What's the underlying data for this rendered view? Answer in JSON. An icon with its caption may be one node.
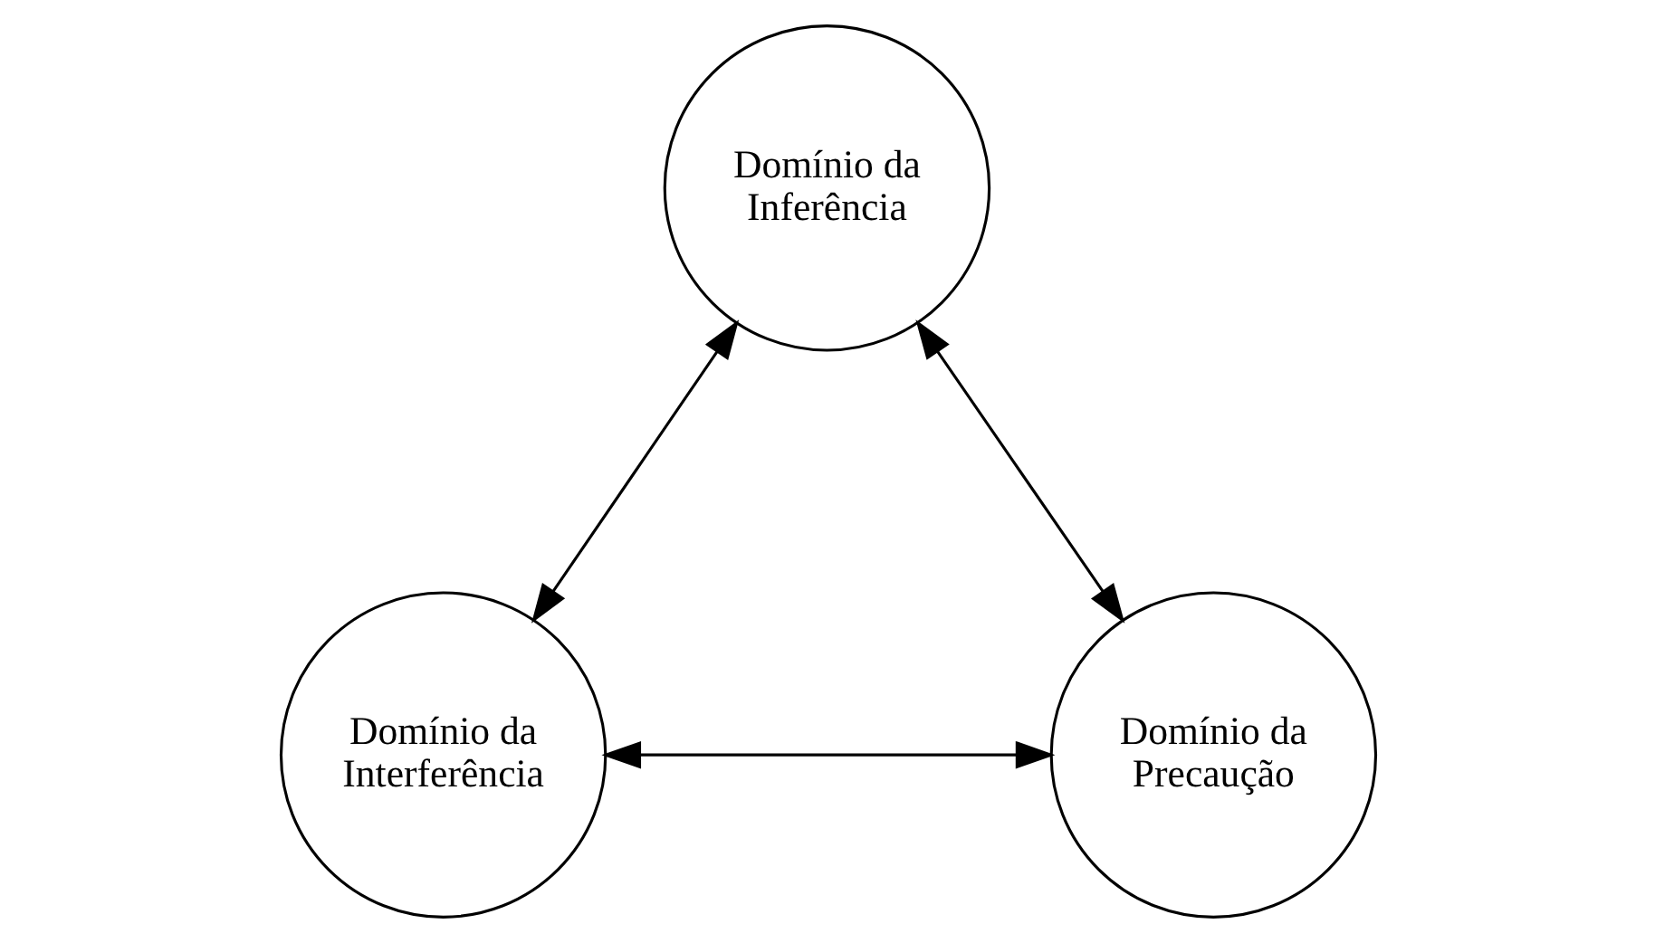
{
  "diagram": {
    "nodes": [
      {
        "text": [
          "Domínio da Inferência"
        ]
      },
      {
        "text": [
          "Domínio da Interferência"
        ]
      },
      {
        "text": [
          "Domínio da Precaução"
        ]
      }
    ],
    "edges": [
      {
        "from": 0,
        "to": 1,
        "arrow": "both"
      },
      {
        "from": 0,
        "to": 2,
        "arrow": "both"
      },
      {
        "from": 1,
        "to": 2,
        "arrow": "both"
      }
    ]
  }
}
